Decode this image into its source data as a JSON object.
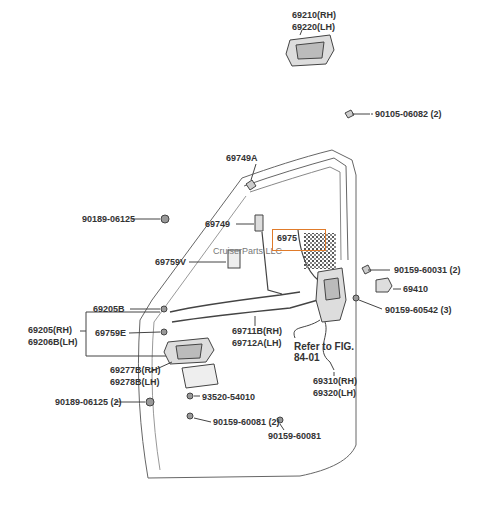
{
  "diagram": {
    "nodes": [
      {
        "text": [
          "6975"
        ]
      }
    ],
    "edges": [],
    "labels": [
      "69210(RH)",
      "69220(LH)",
      "90105-06082 (2)",
      "69749A",
      "90189-06125",
      "69749",
      "CruiserParts LLC",
      "69759V",
      "90159-60031 (2)",
      "69410",
      "90159-60542 (3)",
      "69205B",
      "69205(RH)",
      "69206B(LH)",
      "69759E",
      "69711B(RH)",
      "69712A(LH)",
      "Refer to FIG. 84-01",
      "69310(RH)",
      "69320(LH)",
      "69277B(RH)",
      "69278B(LH)",
      "93520-54010",
      "90189-06125 (2)",
      "90159-60081 (2)",
      "90159-60081"
    ]
  }
}
